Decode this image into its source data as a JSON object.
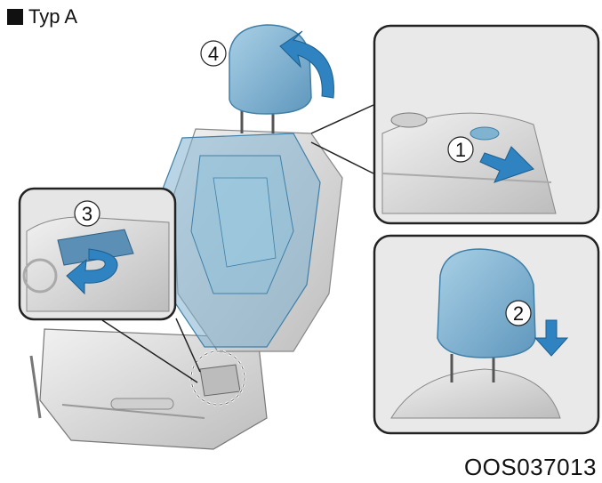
{
  "header": {
    "title": "Typ A"
  },
  "figure_code": "OOS037013",
  "steps": [
    {
      "number": "1",
      "action": "press-release-button"
    },
    {
      "number": "2",
      "action": "lower-headrest"
    },
    {
      "number": "3",
      "action": "pull-recline-lever"
    },
    {
      "number": "4",
      "action": "fold-headrest"
    }
  ],
  "colors": {
    "blue_fill": "#7fb3cf",
    "blue_dark": "#3f7fa8",
    "arrow_blue": "#2f83c0",
    "seat_gray": "#d9d9d9",
    "seat_dark": "#9a9a9a",
    "panel_bg": "#e6e6e6",
    "outline": "#222222"
  }
}
